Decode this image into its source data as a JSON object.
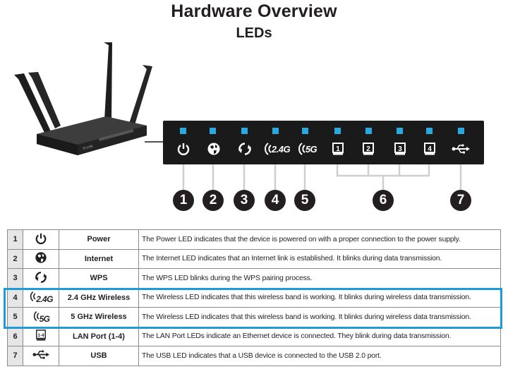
{
  "heading": {
    "title": "Hardware Overview",
    "subtitle": "LEDs"
  },
  "router": {
    "brand": "D-Link"
  },
  "panel": {
    "led_color": "#29a9e0",
    "icons": [
      {
        "name": "power-icon"
      },
      {
        "name": "globe-icon"
      },
      {
        "name": "wps-icon"
      },
      {
        "name": "wireless-24-icon",
        "text": "2.4G"
      },
      {
        "name": "wireless-5-icon",
        "text": "5G"
      },
      {
        "name": "lan-port-1-icon",
        "text": "1"
      },
      {
        "name": "lan-port-2-icon",
        "text": "2"
      },
      {
        "name": "lan-port-3-icon",
        "text": "3"
      },
      {
        "name": "lan-port-4-icon",
        "text": "4"
      },
      {
        "name": "usb-icon"
      }
    ]
  },
  "callouts": [
    "1",
    "2",
    "3",
    "4",
    "5",
    "6",
    "7"
  ],
  "table": {
    "highlight_color": "#1f9bd7",
    "rows": [
      {
        "num": "1",
        "icon": "power-icon",
        "name": "Power",
        "desc": "The Power LED indicates that the device is powered on with a proper connection to the power supply."
      },
      {
        "num": "2",
        "icon": "globe-icon",
        "name": "Internet",
        "desc": "The Internet LED indicates that an Internet link is established. It blinks during data transmission."
      },
      {
        "num": "3",
        "icon": "wps-icon",
        "name": "WPS",
        "desc": "The WPS LED blinks during the WPS pairing process."
      },
      {
        "num": "4",
        "icon": "wireless-24-icon",
        "icon_text": "2.4G",
        "name": "2.4 GHz Wireless",
        "desc": "The Wireless LED indicates that this wireless band is working. It blinks during wireless data transmission."
      },
      {
        "num": "5",
        "icon": "wireless-5-icon",
        "icon_text": "5G",
        "name": "5 GHz Wireless",
        "desc": "The Wireless LED indicates that this wireless band is working. It blinks during wireless data transmission."
      },
      {
        "num": "6",
        "icon": "lan-port-icon",
        "icon_text": "1-4",
        "name": "LAN Port (1-4)",
        "desc": "The LAN Port LEDs indicate an Ethernet device is connected. They blink during data transmission."
      },
      {
        "num": "7",
        "icon": "usb-icon",
        "name": "USB",
        "desc": "The USB LED indicates that a USB device is connected to the USB 2.0 port."
      }
    ]
  }
}
